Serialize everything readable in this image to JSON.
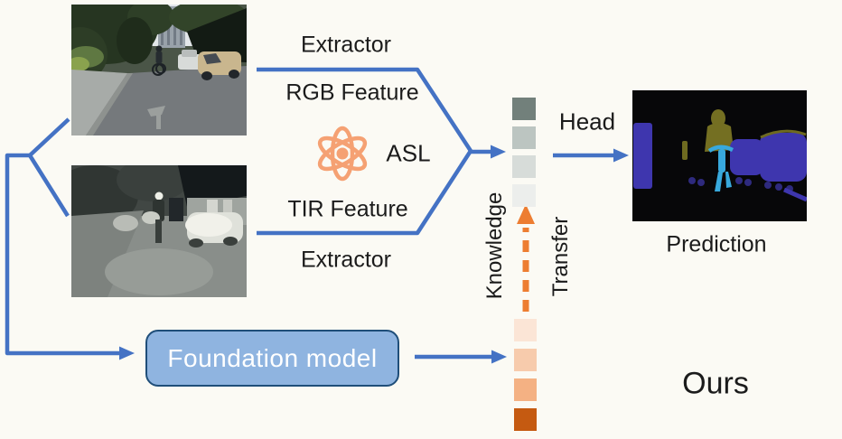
{
  "figure": {
    "background": "#FBFAF4",
    "labels": {
      "extractor_top": "Extractor",
      "rgb_feature": "RGB Feature",
      "asl": "ASL",
      "tir_feature": "TIR Feature",
      "extractor_bottom": "Extractor",
      "head": "Head",
      "knowledge": "Knowledge",
      "transfer": "Transfer",
      "prediction": "Prediction",
      "foundation_model": "Foundation model",
      "ours": "Ours"
    },
    "images": {
      "rgb_input": "rgb-street-scene-with-cyclist-and-cars",
      "tir_input": "thermal-infrared-street-scene-with-cyclist",
      "prediction_output": "semantic-segmentation-map"
    },
    "icons": {
      "atom": "atom-icon"
    },
    "colors": {
      "connector_blue": "#4472C4",
      "knowledge_transfer_orange": "#ED7D31",
      "atom_icon_orange": "#F5A173",
      "foundation_box_fill": "#8FB4E0",
      "foundation_box_border": "#1F4E79",
      "foundation_text": "#FFFFFF",
      "label_text": "#1B1B1B",
      "prediction_car_blue": "#3E36AE",
      "prediction_person_olive": "#746F22",
      "prediction_bicycle_cyan": "#38A9DD"
    },
    "feature_stacks": {
      "fused_features_gray": [
        "#72807B",
        "#BCC5C1",
        "#D7DCD9",
        "#ECEEEC"
      ],
      "foundation_features_orange": [
        "#FBE5D6",
        "#F7CBAC",
        "#F4B183",
        "#C55A11"
      ]
    }
  }
}
